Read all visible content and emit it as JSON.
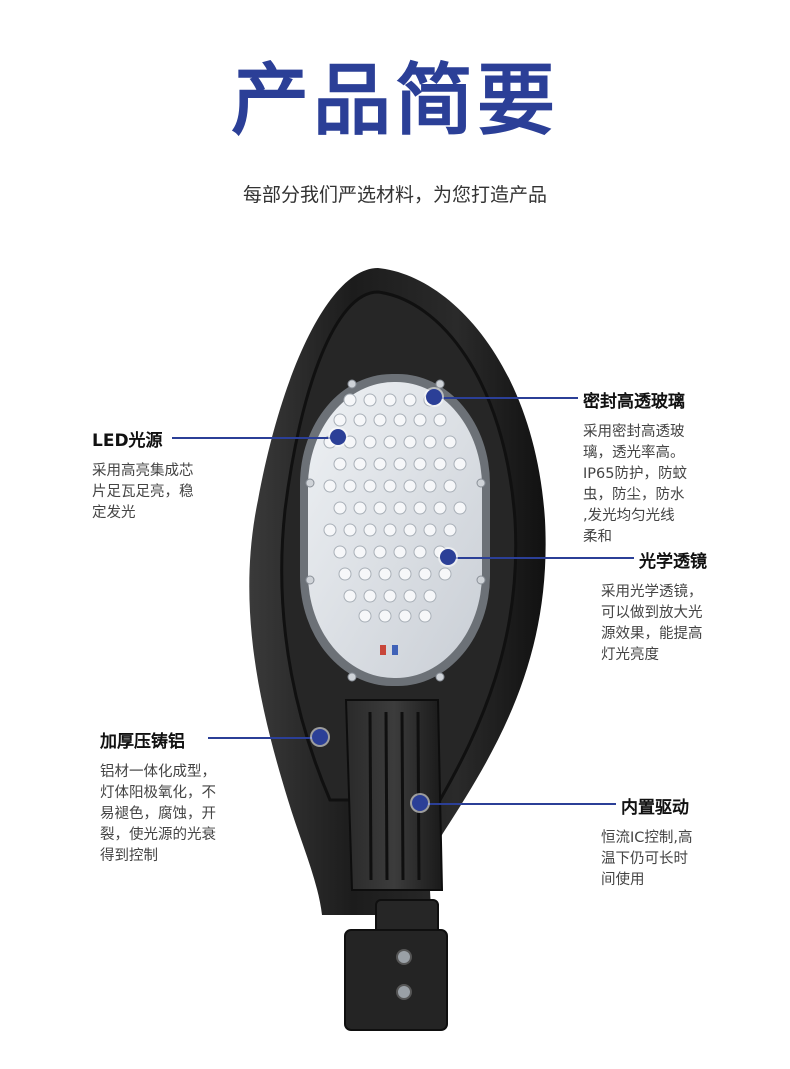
{
  "header": {
    "title": "产品简要",
    "subtitle": "每部分我们严选材料，为您打造产品"
  },
  "features": {
    "led": {
      "title": "LED光源",
      "desc": "采用高亮集成芯\n片足瓦足亮，稳\n定发光"
    },
    "glass": {
      "title": "密封高透玻璃",
      "desc": "采用密封高透玻\n璃，透光率高。\nIP65防护，防蚊\n虫，防尘，防水\n,发光均匀光线\n柔和"
    },
    "lens": {
      "title": "光学透镜",
      "desc": "采用光学透镜，\n可以做到放大光\n源效果，能提高\n灯光亮度"
    },
    "housing": {
      "title": "加厚压铸铝",
      "desc": "铝材一体化成型，\n灯体阳极氧化，不\n易褪色，腐蚀，开\n裂，使光源的光衰\n得到控制"
    },
    "driver": {
      "title": "内置驱动",
      "desc": "恒流IC控制,高\n温下仍可长时\n间使用"
    }
  },
  "colors": {
    "accent": "#2b3f97",
    "housing": "#1f1f1f",
    "lens": "#dfe3e8"
  }
}
